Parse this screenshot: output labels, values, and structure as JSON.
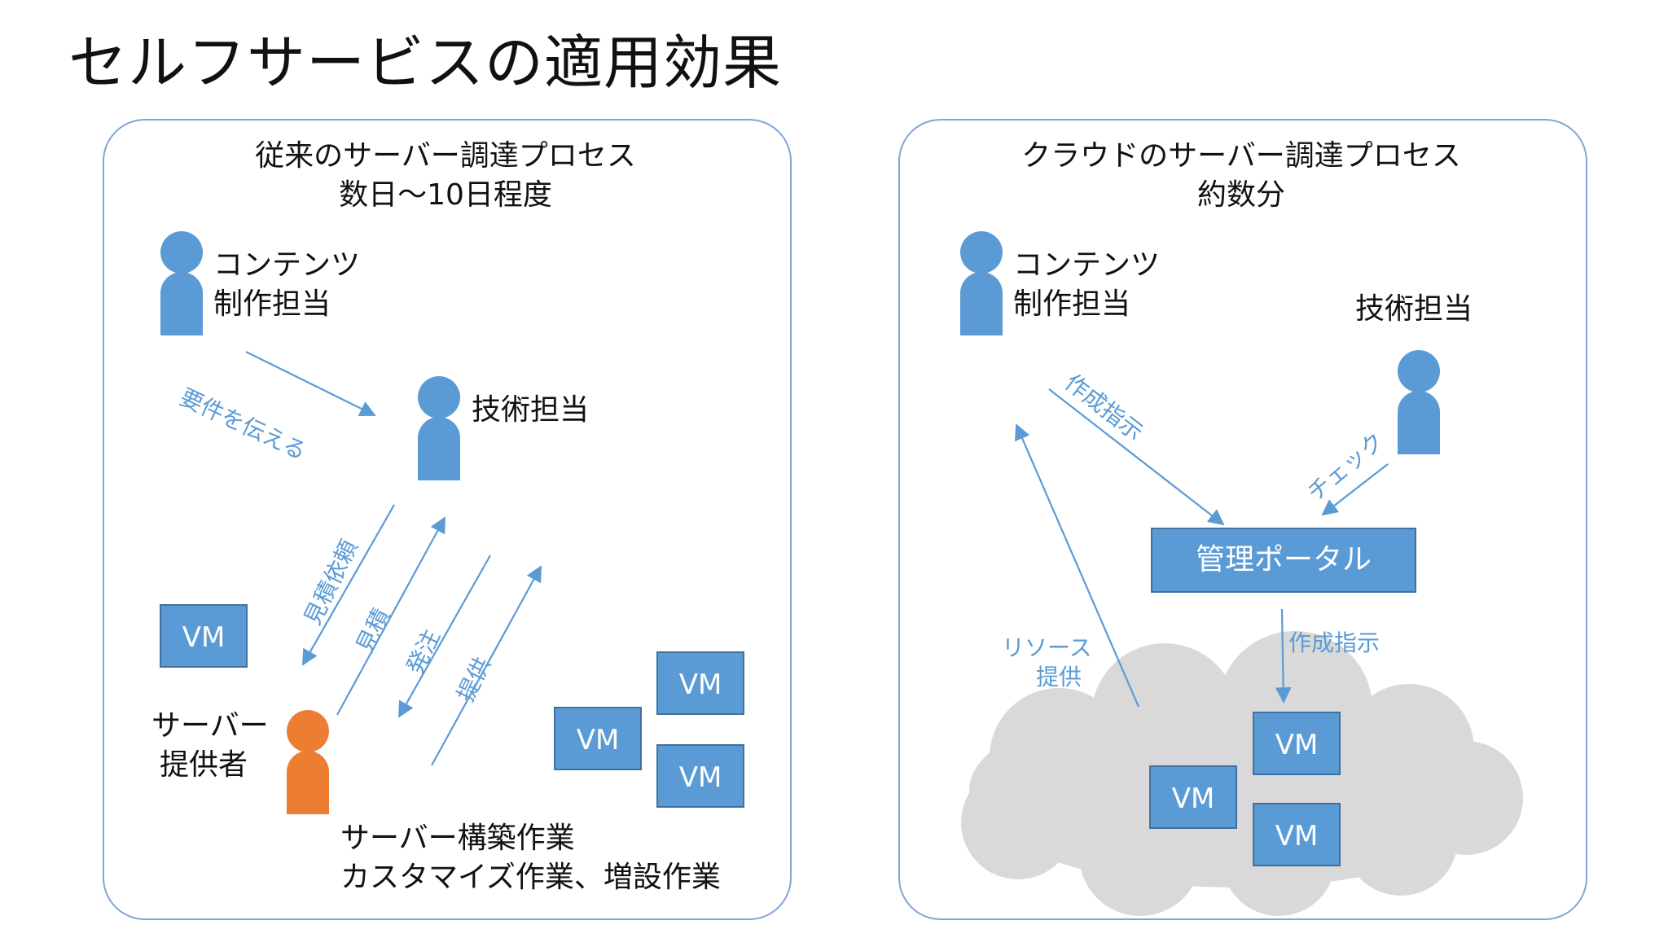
{
  "title": "セルフサービスの適用効果",
  "left_panel": {
    "heading": "従来のサーバー調達プロセス",
    "duration": "数日〜10日程度",
    "content_creator": [
      "コンテンツ",
      "制作担当"
    ],
    "tech_staff": "技術担当",
    "server_provider": [
      "サーバー",
      "提供者"
    ],
    "arrow_labels": {
      "convey_requirements": "要件を伝える",
      "request_quote": "見積依頼",
      "quote": "見積",
      "order": "発注",
      "provide": "提供"
    },
    "work_description": [
      "サーバー構築作業",
      "カスタマイズ作業、増設作業"
    ],
    "vm_label": "VM"
  },
  "right_panel": {
    "heading": "クラウドのサーバー調達プロセス",
    "duration": "約数分",
    "content_creator": [
      "コンテンツ",
      "制作担当"
    ],
    "tech_staff": "技術担当",
    "portal": "管理ポータル",
    "arrow_labels": {
      "create_instruction": "作成指示",
      "check": "チェック",
      "create_instruction_2": "作成指示",
      "resource_provide": [
        "リソース",
        "提供"
      ]
    },
    "vm_label": "VM"
  },
  "colors": {
    "person_blue": "#5b9bd5",
    "person_orange": "#ed7d31",
    "box_blue": "#5b9bd5",
    "panel_border": "#7ea6d6",
    "cloud_gray": "#d9d9d9"
  }
}
